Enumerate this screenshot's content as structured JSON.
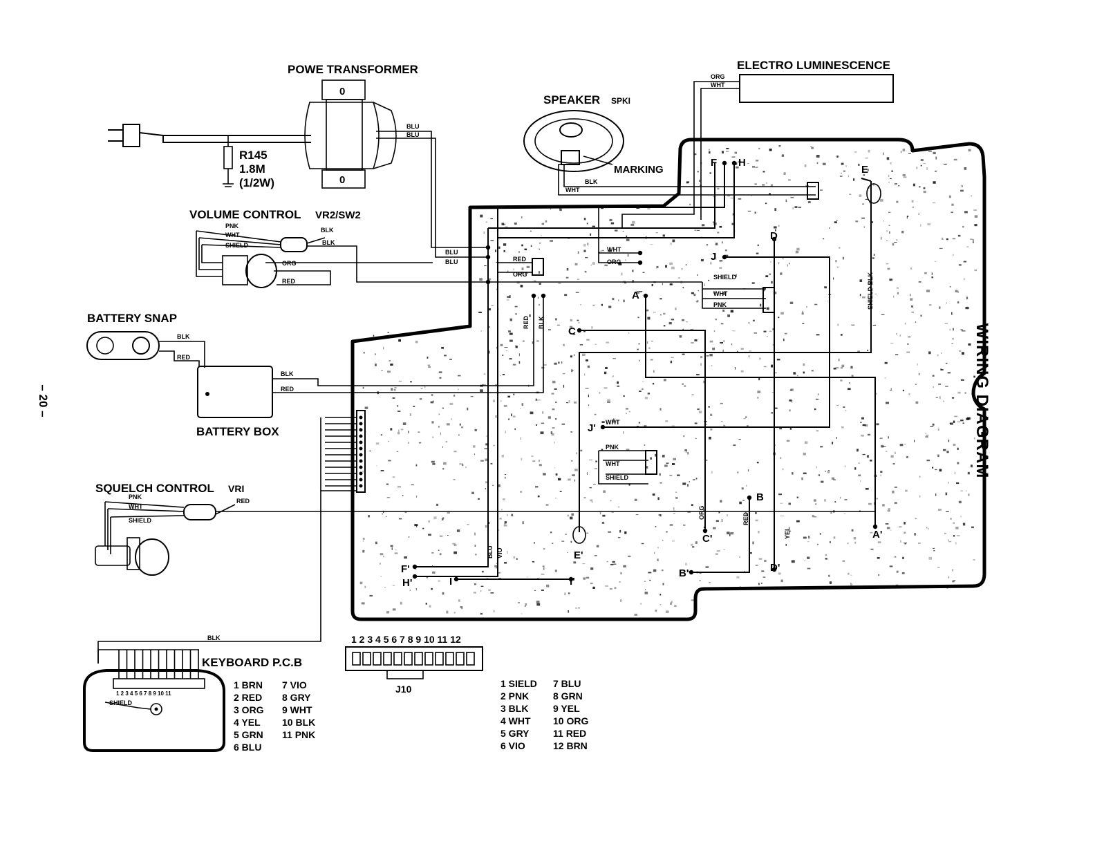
{
  "title": "WIRING DIAGRAM",
  "page_number": "– 20 –",
  "components": {
    "power_transformer": "POWE TRANSFORMER",
    "resistor_ref": "R145",
    "resistor_value": "1.8M",
    "resistor_rating": "(1/2W)",
    "speaker": "SPEAKER",
    "speaker_ref": "SPKI",
    "marking": "MARKING",
    "electro_luminescence": "ELECTRO LUMINESCENCE",
    "volume_control": "VOLUME CONTROL",
    "volume_ref": "VR2/SW2",
    "battery_snap": "BATTERY SNAP",
    "battery_box": "BATTERY BOX",
    "squelch_control": "SQUELCH CONTROL",
    "squelch_ref": "VRI",
    "keyboard_pcb": "KEYBOARD P.C.B",
    "connector_j10": "J10",
    "j10_pins": "1 2 3 4 5 6 7 8 9 10 11 12",
    "transformer_mark": "0"
  },
  "wire_labels": {
    "blu": "BLU",
    "blk": "BLK",
    "wht": "WHT",
    "org": "ORG",
    "red": "RED",
    "pnk": "PNK",
    "shield": "SHIELD",
    "vio": "VIO",
    "yel": "YEL",
    "shield_blk": "SHIELD BLK"
  },
  "points": {
    "F": "F",
    "H": "H",
    "E": "E",
    "D": "D",
    "J": "J",
    "A": "A",
    "C": "C",
    "J_prime": "J'",
    "B": "B",
    "C_prime": "C'",
    "A_prime": "A'",
    "E_prime": "E'",
    "F_prime": "F'",
    "H_prime": "H'",
    "I": "I",
    "I_prime": "I'",
    "B_prime": "B'",
    "D_prime": "D'"
  },
  "keyboard_pins": "1 2 3 4 5 6 7 8 9 10 11",
  "keyboard_legend": [
    "1 BRN",
    "2 RED",
    "3 ORG",
    "4 YEL",
    "5 GRN",
    "6 BLU",
    "7 VIO",
    "8 GRY",
    "9 WHT",
    "10 BLK",
    "11 PNK"
  ],
  "j10_legend": [
    "1 SIELD",
    "2 PNK",
    "3 BLK",
    "4 WHT",
    "5 GRY",
    "6 VIO",
    "7 BLU",
    "8 GRN",
    "9 YEL",
    "10 ORG",
    "11 RED",
    "12 BRN"
  ]
}
